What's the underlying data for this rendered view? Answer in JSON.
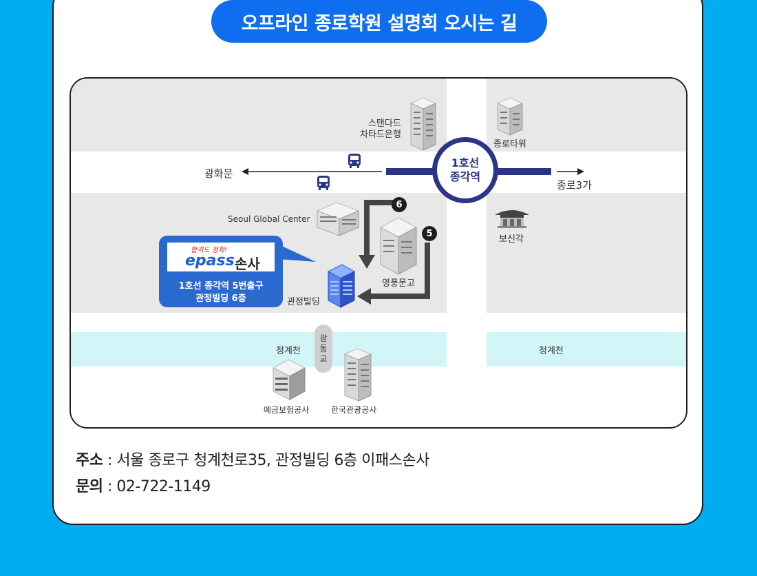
{
  "title": "오프라인 종로학원 설명회 오시는 길",
  "station": {
    "line1": "1호선",
    "line2": "종각역"
  },
  "labels": {
    "gwanghwamun": "광화문",
    "jongro3ga": "종로3가",
    "standard_chartered1": "스탠다드",
    "standard_chartered2": "차타드은행",
    "jongro_tower": "종로타워",
    "bosingak": "보신각",
    "seoul_global_center": "Seoul Global Center",
    "youngpoong": "영풍문고",
    "gwanjeong": "관정빌딩",
    "cheonggyecheon_left": "청계천",
    "cheonggyecheon_right": "청계천",
    "gwangtonggyo": [
      "광",
      "통",
      "교"
    ],
    "kdic": "예금보험공사",
    "kto": "한국관광공사"
  },
  "exits": {
    "exit6": "6",
    "exit5": "5"
  },
  "callout": {
    "slogan": "합격도 정확!",
    "brand": "epass",
    "brand_suffix": "손사",
    "line1": "1호선 종각역 5번출구",
    "line2": "관정빌딩 6층"
  },
  "info": {
    "address_label": "주소",
    "address_sep": " : ",
    "address": "서울 종로구 청계천로35, 관정빌딩 6층 이패스손사",
    "contact_label": "문의",
    "contact_sep": " : ",
    "contact": "02-722-1149"
  },
  "colors": {
    "background": "#00adf1",
    "title_pill": "#0f6df0",
    "line1": "#2a3585",
    "callout": "#2a6ad0",
    "stream": "#d2f5f8",
    "block": "#e8e8e8"
  },
  "icons": [
    "bus-icon",
    "building-icon",
    "pavilion-icon",
    "arrow-left-icon",
    "arrow-right-icon"
  ]
}
